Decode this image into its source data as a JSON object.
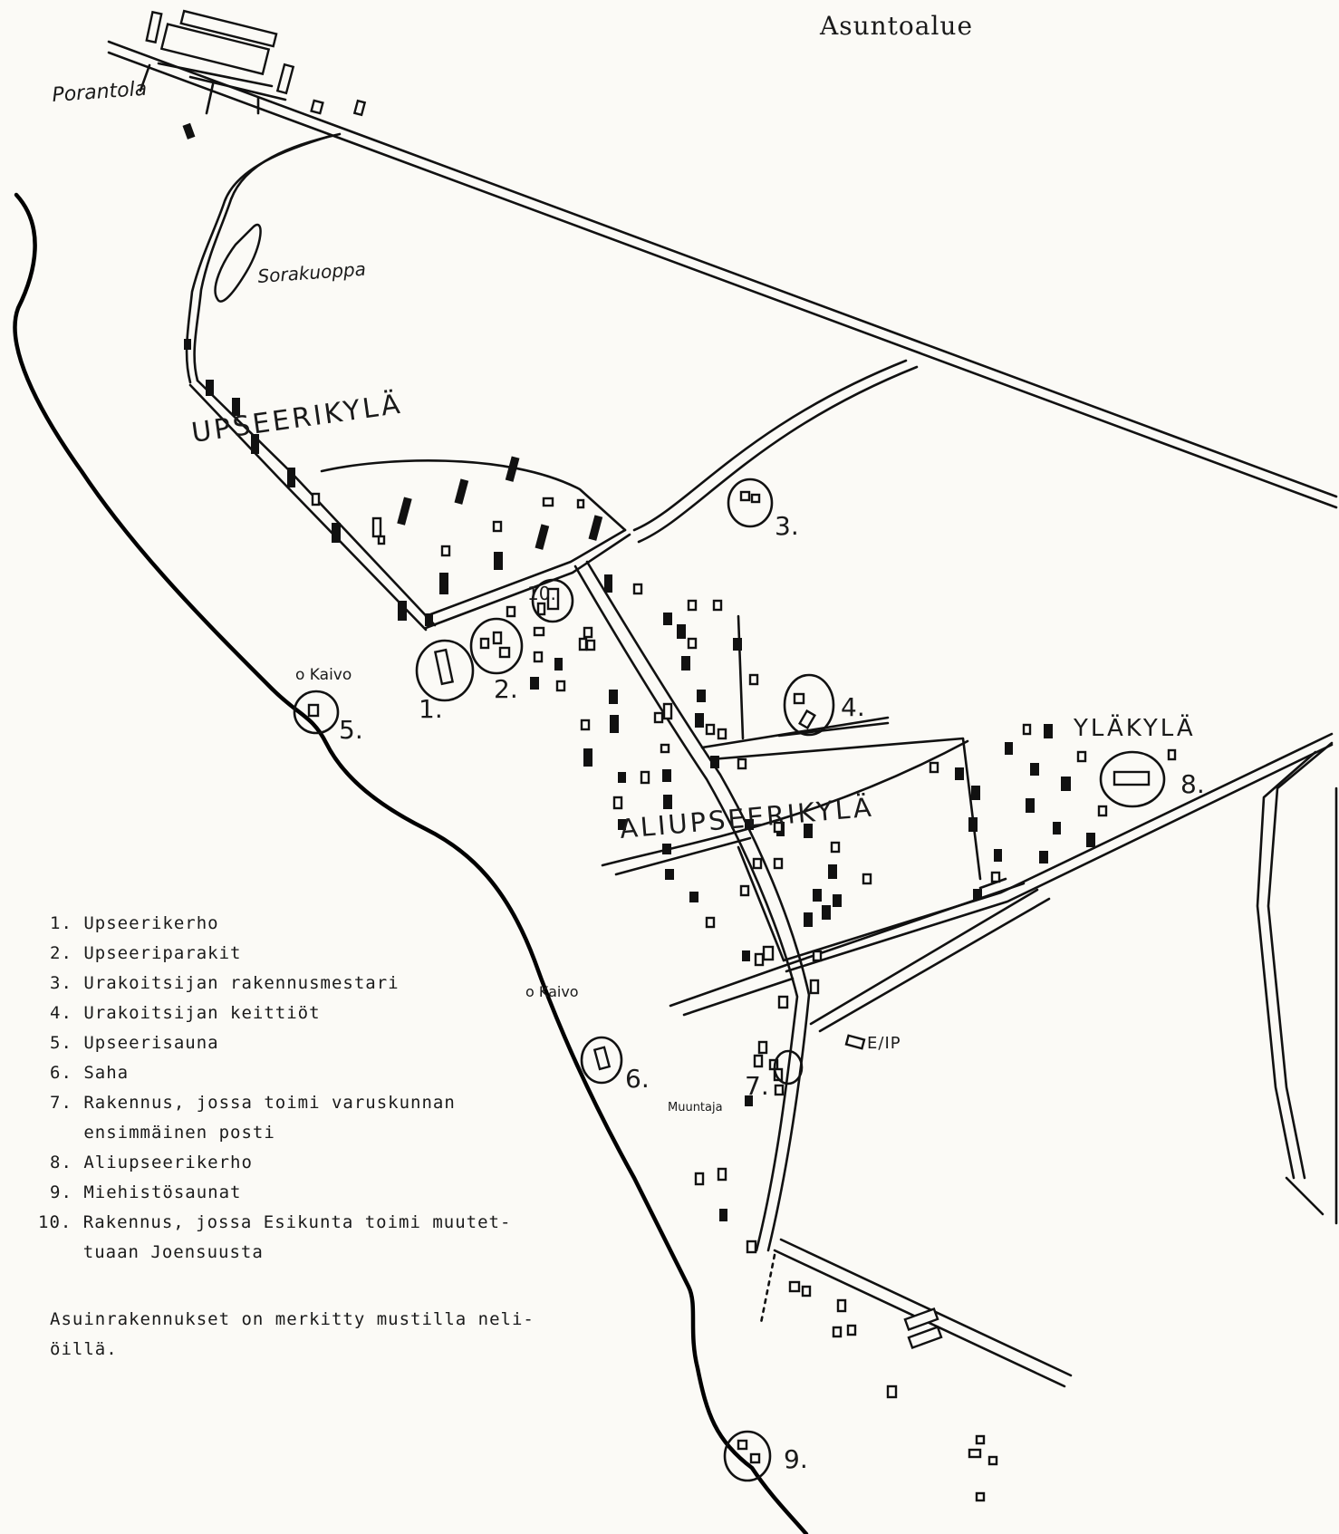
{
  "title": "Asuntoalue",
  "places": {
    "porantola": "Porantola",
    "sorakuoppa": "Sorakuoppa",
    "upseerikyla": "UPSEERIKYLÄ",
    "aliupseerikyla": "ALIUPSEERIKYLÄ",
    "ylakyla": "YLÄKYLÄ",
    "kaivo_1": "o Kaivo",
    "kaivo_2": "o Kaivo",
    "muuntaja": "Muuntaja",
    "eip": "E/IP"
  },
  "markers": {
    "m1": "1.",
    "m2": "2.",
    "m3": "3.",
    "m4": "4.",
    "m5": "5.",
    "m6": "6.",
    "m7": "7.",
    "m8": "8.",
    "m9": "9.",
    "m10": "10."
  },
  "legend": {
    "items": [
      "1. Upseerikerho",
      "2. Upseeriparakit",
      "3. Urakoitsijan rakennusmestari",
      "4. Urakoitsijan keittiöt",
      "5. Upseerisauna",
      "6. Saha",
      "7. Rakennus, jossa toimi varuskunnan",
      "   ensimmäinen posti",
      "8. Aliupseerikerho",
      "9. Miehistösaunat",
      "10. Rakennus, jossa Esikunta toimi muutet-",
      "    tuaan Joensuusta"
    ],
    "note_line1": "Asuinrakennukset on merkitty mustilla neli-",
    "note_line2": "öillä."
  }
}
